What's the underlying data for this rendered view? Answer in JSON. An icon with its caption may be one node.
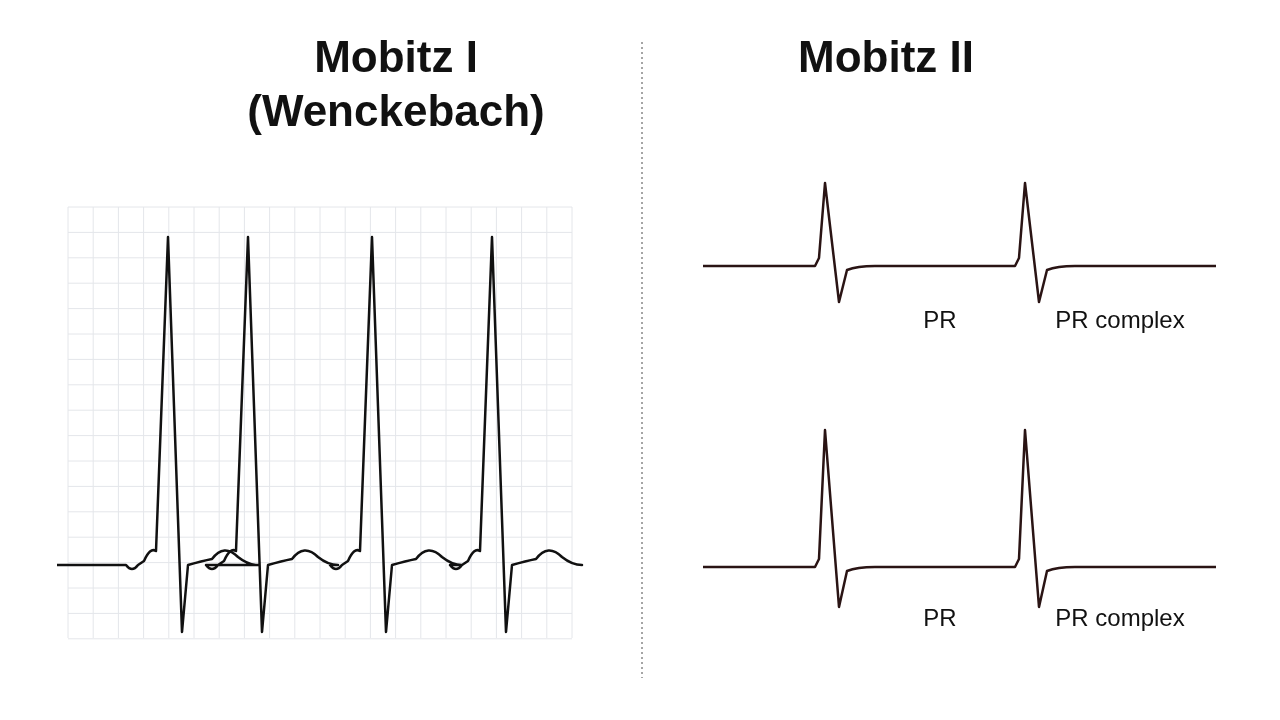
{
  "diagram": {
    "labels": [
      "Mobitz I (Wenckebach)",
      "Mobitz II",
      "PR",
      "PR complex",
      "PR",
      "PR complex"
    ]
  }
}
